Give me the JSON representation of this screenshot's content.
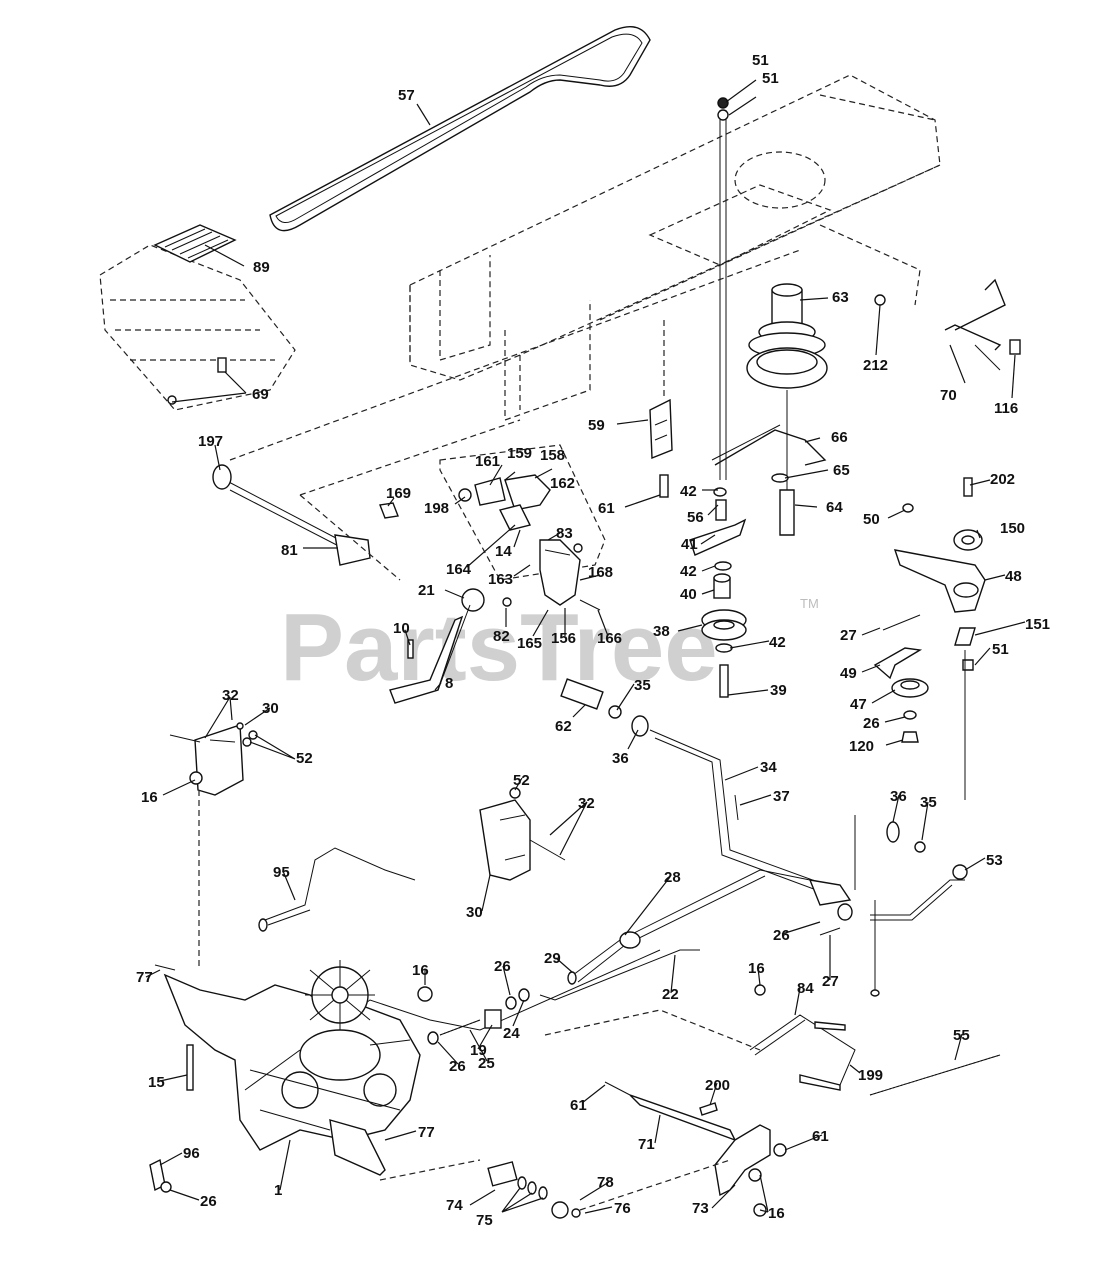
{
  "watermark": {
    "text": "PartsTree",
    "trademark": "TM"
  },
  "callouts": [
    {
      "id": "c51a",
      "label": "51"
    },
    {
      "id": "c51b",
      "label": "51"
    },
    {
      "id": "c57",
      "label": "57"
    },
    {
      "id": "c89",
      "label": "89"
    },
    {
      "id": "c69",
      "label": "69"
    },
    {
      "id": "c63",
      "label": "63"
    },
    {
      "id": "c212",
      "label": "212"
    },
    {
      "id": "c70",
      "label": "70"
    },
    {
      "id": "c116",
      "label": "116"
    },
    {
      "id": "c66",
      "label": "66"
    },
    {
      "id": "c59",
      "label": "59"
    },
    {
      "id": "c65",
      "label": "65"
    },
    {
      "id": "c197",
      "label": "197"
    },
    {
      "id": "c161",
      "label": "161"
    },
    {
      "id": "c159",
      "label": "159"
    },
    {
      "id": "c158",
      "label": "158"
    },
    {
      "id": "c162",
      "label": "162"
    },
    {
      "id": "c169",
      "label": "169"
    },
    {
      "id": "c198",
      "label": "198"
    },
    {
      "id": "c61a",
      "label": "61"
    },
    {
      "id": "c42a",
      "label": "42"
    },
    {
      "id": "c56",
      "label": "56"
    },
    {
      "id": "c64",
      "label": "64"
    },
    {
      "id": "c202",
      "label": "202"
    },
    {
      "id": "c50",
      "label": "50"
    },
    {
      "id": "c150",
      "label": "150"
    },
    {
      "id": "c81",
      "label": "81"
    },
    {
      "id": "c164",
      "label": "164"
    },
    {
      "id": "c14",
      "label": "14"
    },
    {
      "id": "c83",
      "label": "83"
    },
    {
      "id": "c41",
      "label": "41"
    },
    {
      "id": "c42b",
      "label": "42"
    },
    {
      "id": "c48",
      "label": "48"
    },
    {
      "id": "c163",
      "label": "163"
    },
    {
      "id": "c168",
      "label": "168"
    },
    {
      "id": "c21",
      "label": "21"
    },
    {
      "id": "c40",
      "label": "40"
    },
    {
      "id": "c151",
      "label": "151"
    },
    {
      "id": "c27a",
      "label": "27"
    },
    {
      "id": "c82",
      "label": "82"
    },
    {
      "id": "c165",
      "label": "165"
    },
    {
      "id": "c156",
      "label": "156"
    },
    {
      "id": "c166",
      "label": "166"
    },
    {
      "id": "c38",
      "label": "38"
    },
    {
      "id": "c42c",
      "label": "42"
    },
    {
      "id": "c10",
      "label": "10"
    },
    {
      "id": "c51c",
      "label": "51"
    },
    {
      "id": "c49",
      "label": "49"
    },
    {
      "id": "c8",
      "label": "8"
    },
    {
      "id": "c35a",
      "label": "35"
    },
    {
      "id": "c39",
      "label": "39"
    },
    {
      "id": "c47",
      "label": "47"
    },
    {
      "id": "c32a",
      "label": "32"
    },
    {
      "id": "c30a",
      "label": "30"
    },
    {
      "id": "c62",
      "label": "62"
    },
    {
      "id": "c26a",
      "label": "26"
    },
    {
      "id": "c120",
      "label": "120"
    },
    {
      "id": "c52a",
      "label": "52"
    },
    {
      "id": "c36a",
      "label": "36"
    },
    {
      "id": "c16a",
      "label": "16"
    },
    {
      "id": "c34",
      "label": "34"
    },
    {
      "id": "c52b",
      "label": "52"
    },
    {
      "id": "c37",
      "label": "37"
    },
    {
      "id": "c32b",
      "label": "32"
    },
    {
      "id": "c36b",
      "label": "36"
    },
    {
      "id": "c35b",
      "label": "35"
    },
    {
      "id": "c53",
      "label": "53"
    },
    {
      "id": "c95",
      "label": "95"
    },
    {
      "id": "c28",
      "label": "28"
    },
    {
      "id": "c30b",
      "label": "30"
    },
    {
      "id": "c26b",
      "label": "26"
    },
    {
      "id": "c29",
      "label": "29"
    },
    {
      "id": "c16b",
      "label": "16"
    },
    {
      "id": "c26c",
      "label": "26"
    },
    {
      "id": "c27b",
      "label": "27"
    },
    {
      "id": "c16c",
      "label": "16"
    },
    {
      "id": "c84",
      "label": "84"
    },
    {
      "id": "c77a",
      "label": "77"
    },
    {
      "id": "c22",
      "label": "22"
    },
    {
      "id": "c24",
      "label": "24"
    },
    {
      "id": "c55",
      "label": "55"
    },
    {
      "id": "c19",
      "label": "19"
    },
    {
      "id": "c26d",
      "label": "26"
    },
    {
      "id": "c25",
      "label": "25"
    },
    {
      "id": "c199",
      "label": "199"
    },
    {
      "id": "c15",
      "label": "15"
    },
    {
      "id": "c200",
      "label": "200"
    },
    {
      "id": "c61b",
      "label": "61"
    },
    {
      "id": "c71",
      "label": "71"
    },
    {
      "id": "c61c",
      "label": "61"
    },
    {
      "id": "c77b",
      "label": "77"
    },
    {
      "id": "c96",
      "label": "96"
    },
    {
      "id": "c78",
      "label": "78"
    },
    {
      "id": "c26e",
      "label": "26"
    },
    {
      "id": "c1",
      "label": "1"
    },
    {
      "id": "c74",
      "label": "74"
    },
    {
      "id": "c76",
      "label": "76"
    },
    {
      "id": "c73",
      "label": "73"
    },
    {
      "id": "c75",
      "label": "75"
    },
    {
      "id": "c16d",
      "label": "16"
    }
  ]
}
